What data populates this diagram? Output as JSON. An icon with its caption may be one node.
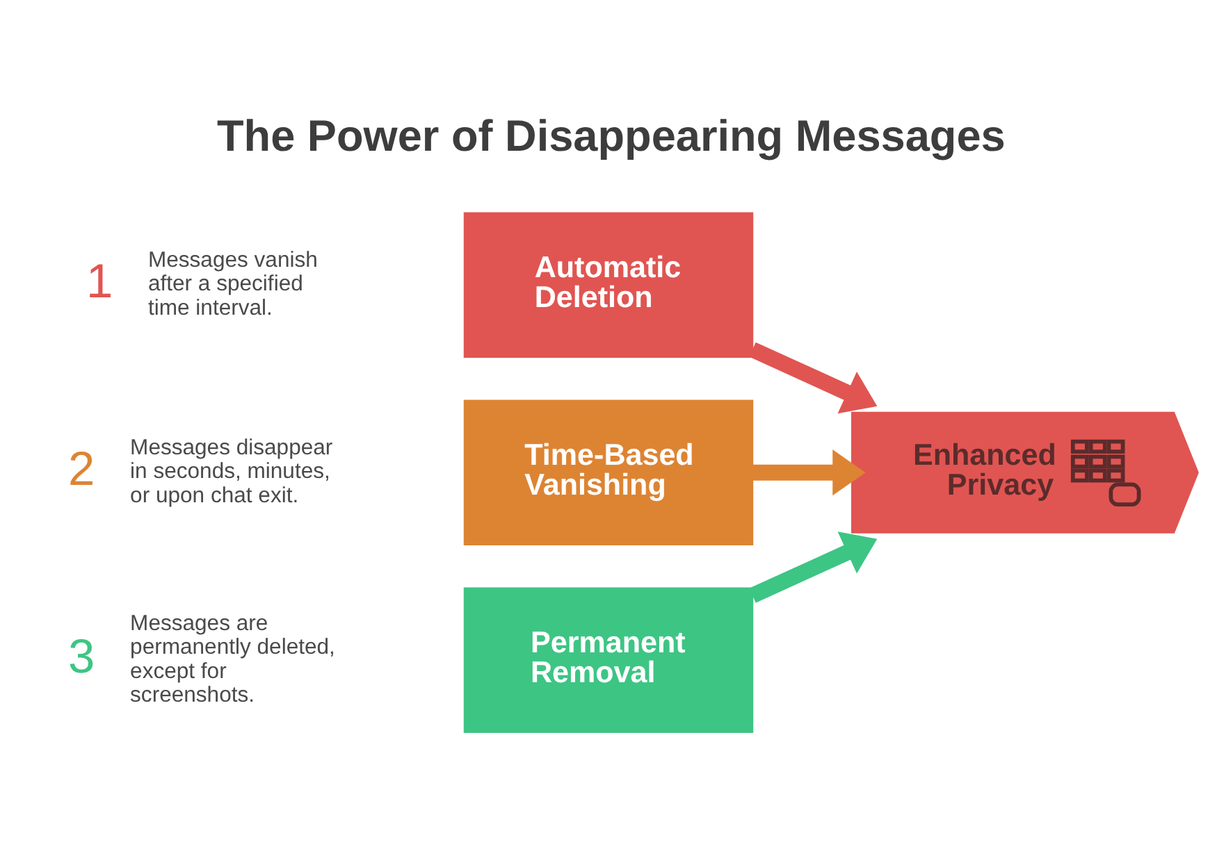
{
  "diagram": {
    "title": "The Power of Disappearing Messages",
    "nodes": [
      {
        "text": [
          "Automatic Deletion"
        ],
        "beside": [
          "1",
          "Messages vanish after a specified time interval."
        ]
      },
      {
        "text": [
          "Time-Based Vanishing"
        ],
        "beside": [
          "2",
          "Messages disappear in seconds, minutes, or upon chat exit."
        ]
      },
      {
        "text": [
          "Permanent Removal"
        ],
        "beside": [
          "3",
          "Messages are permanently deleted, except for screenshots."
        ]
      },
      {
        "text": [
          "Enhanced Privacy"
        ]
      }
    ],
    "edges": [
      {
        "from": 0,
        "to": 3,
        "arrow": "to",
        "color": "#e05552"
      },
      {
        "from": 1,
        "to": 3,
        "arrow": "to",
        "color": "#dd8433"
      },
      {
        "from": 2,
        "to": 3,
        "arrow": "to",
        "color": "#3dc584"
      }
    ]
  }
}
